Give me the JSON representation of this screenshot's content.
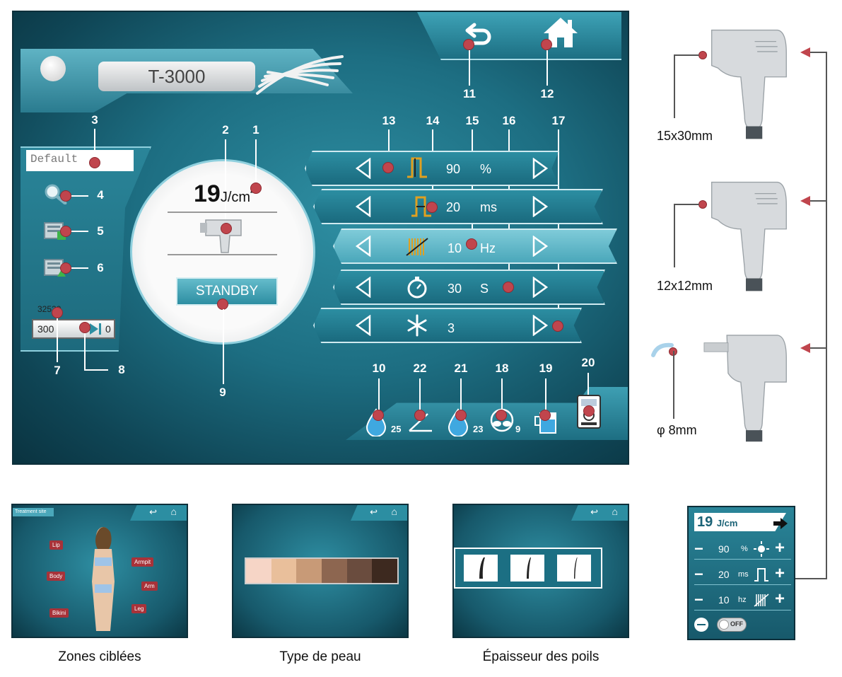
{
  "device": {
    "model": "T-3000",
    "preset": "Default"
  },
  "fluence": {
    "value": "19",
    "unit": "J/cm",
    "unit_sup": "2"
  },
  "status": {
    "button": "STANDBY"
  },
  "counter": {
    "total": "32520",
    "current": "300",
    "reset": "0"
  },
  "parameters": [
    {
      "value": "90",
      "unit": "%",
      "icon": "pulse-width-icon"
    },
    {
      "value": "20",
      "unit": "ms",
      "icon": "pulse-duration-icon"
    },
    {
      "value": "10",
      "unit": "Hz",
      "icon": "frequency-icon"
    },
    {
      "value": "30",
      "unit": "S",
      "icon": "timer-icon"
    },
    {
      "value": "3",
      "unit": "",
      "icon": "cooling-snowflake-icon"
    }
  ],
  "status_bar": {
    "water_temp": "25",
    "skin_temp": "23",
    "fan": "9"
  },
  "callouts": [
    "1",
    "2",
    "3",
    "4",
    "5",
    "6",
    "7",
    "8",
    "9",
    "10",
    "11",
    "12",
    "13",
    "14",
    "15",
    "16",
    "17",
    "18",
    "19",
    "20",
    "21",
    "22"
  ],
  "handpieces": [
    {
      "label": "15x30mm"
    },
    {
      "label": "12x12mm"
    },
    {
      "label": "φ 8mm"
    }
  ],
  "thumbnails": [
    {
      "caption": "Zones ciblées",
      "title": "Treatment site",
      "zones": [
        "Lip",
        "Armpit",
        "Body",
        "Arm",
        "Bikini",
        "Leg"
      ]
    },
    {
      "caption": "Type de peau"
    },
    {
      "caption": "Épaisseur des poils"
    }
  ],
  "skin_tones": [
    "#f6d5c6",
    "#e9bf9b",
    "#c89a77",
    "#8d6650",
    "#6a4c3e",
    "#3d291f"
  ],
  "mini_panel": {
    "fluence": "19",
    "unit": "J/cm",
    "rows": [
      {
        "value": "90",
        "unit": "%"
      },
      {
        "value": "20",
        "unit": "ms"
      },
      {
        "value": "10",
        "unit": "hz"
      }
    ],
    "toggle": "OFF"
  },
  "colors": {
    "accent": "#c0454d",
    "panel": "#1d6e82",
    "highlight": "#8fd0de"
  }
}
